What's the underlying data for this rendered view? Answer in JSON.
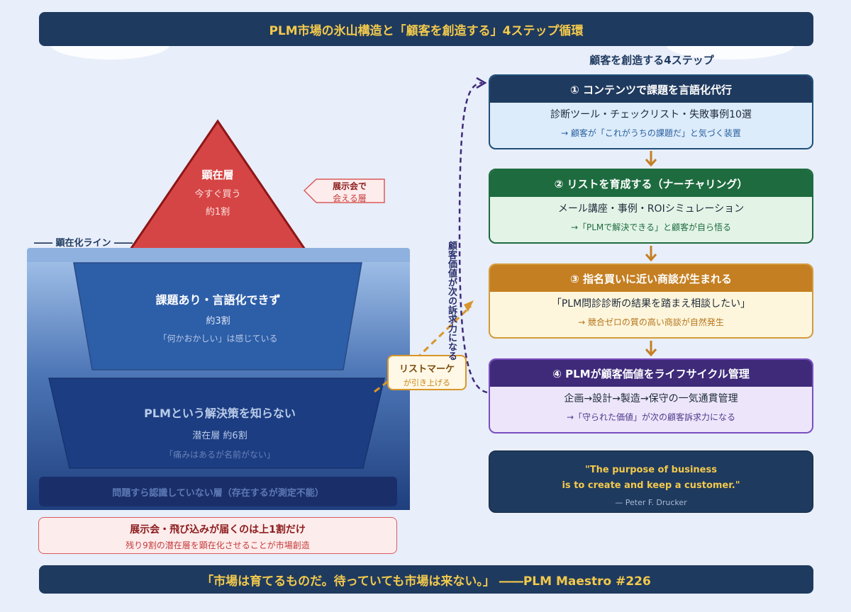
{
  "title": "PLM市場の氷山構造と「顧客を創造する」4ステップ循環",
  "footer": "「市場は育てるものだ。待っていても市場は来ない。」 ――PLM Maestro #226",
  "iceberg": {
    "surface_label": "―― 顕在化ライン ――",
    "tip": {
      "title": "顕在層",
      "line1": "今すぐ買う",
      "line2": "約1割"
    },
    "middle": {
      "title": "課題あり・言語化できず",
      "line1": "約3割",
      "line2": "「何かおかしい」は感じている"
    },
    "lower": {
      "title": "PLMという解決策を知らない",
      "line1": "潜在層 約6割",
      "line2": "「痛みはあるが名前がない」"
    },
    "bottom": "問題すら認識していない層（存在するが測定不能）"
  },
  "expo_callout": {
    "line1": "展示会で",
    "line2": "会える層"
  },
  "list_callout": {
    "line1": "リストマーケ",
    "line2": "が引き上げる"
  },
  "loop_label": "顧客価値が次の訴求力になる",
  "note": {
    "line1": "展示会・飛び込みが届くのは上1割だけ",
    "line2": "残り9割の潜在層を顕在化させることが市場創造"
  },
  "steps_heading": "顧客を創造する4ステップ",
  "steps": [
    {
      "title": "① コンテンツで課題を言語化代行",
      "body": "診断ツール・チェックリスト・失敗事例10選",
      "sub": "→ 顧客が「これがうちの課題だ」と気づく装置"
    },
    {
      "title": "② リストを育成する（ナーチャリング）",
      "body": "メール講座・事例・ROIシミュレーション",
      "sub": "→「PLMで解決できる」と顧客が自ら悟る"
    },
    {
      "title": "③ 指名買いに近い商談が生まれる",
      "body": "「PLM問診診断の結果を踏まえ相談したい」",
      "sub": "→ 競合ゼロの質の高い商談が自然発生"
    },
    {
      "title": "④ PLMが顧客価値をライフサイクル管理",
      "body": "企画→設計→製造→保守の一気通貫管理",
      "sub": "→「守られた価値」が次の顧客訴求力になる"
    }
  ],
  "quote": {
    "line1": "\"The purpose of business",
    "line2": "is to create and keep a customer.\"",
    "author": "— Peter F. Drucker"
  },
  "colors": {
    "navy": "#1f3a5f",
    "gold": "#f2c94c",
    "step1": "#1f4e79",
    "step2": "#1e6b3f",
    "step3": "#c47f22",
    "step4": "#3f2a7a",
    "iceberg_tip": "#d64545"
  }
}
